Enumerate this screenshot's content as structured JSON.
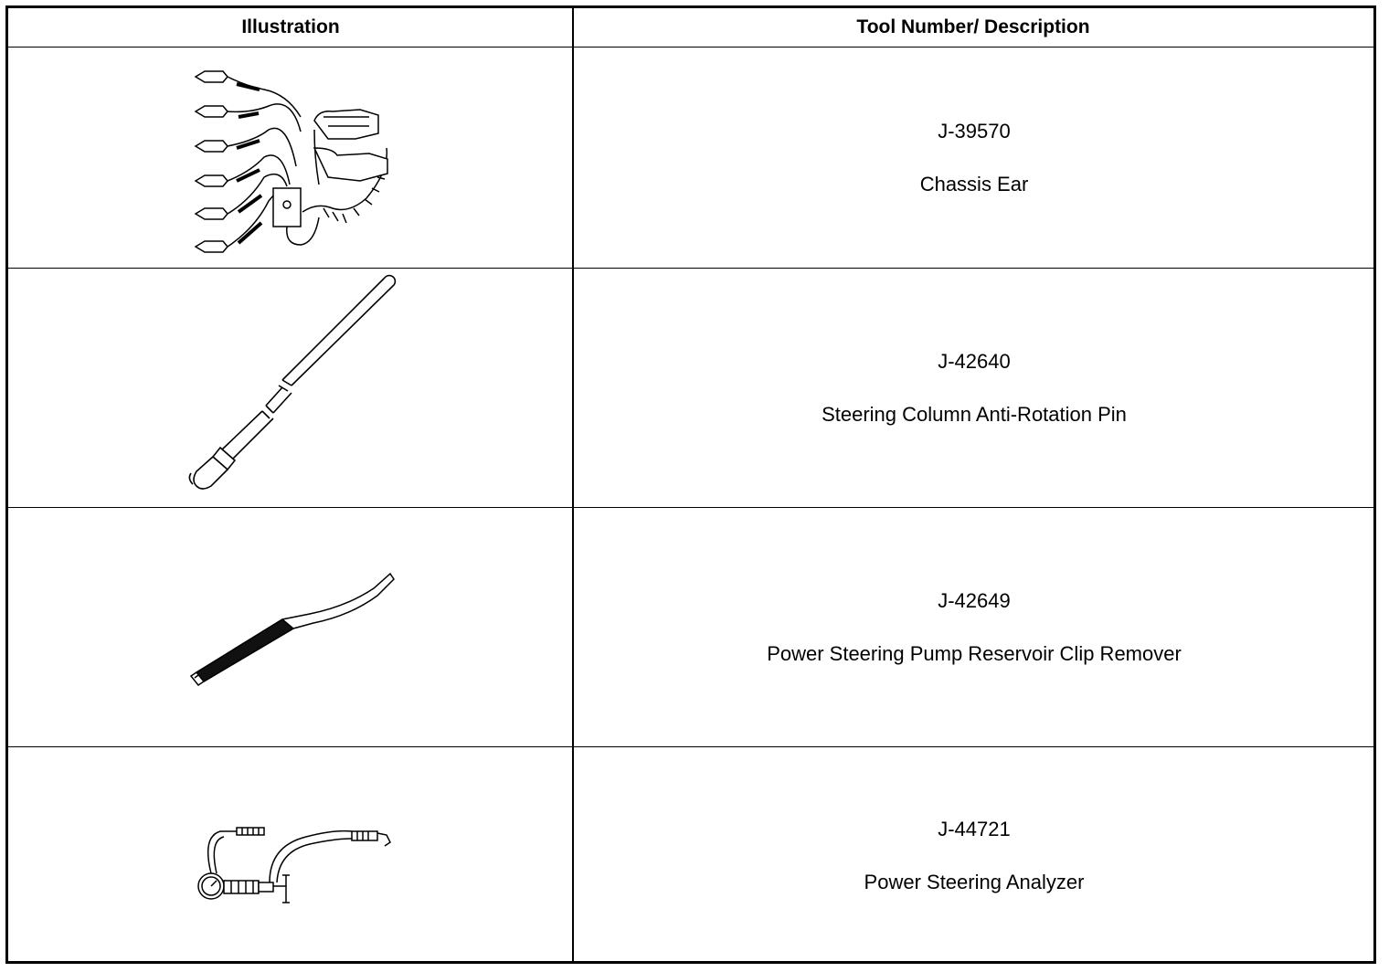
{
  "table": {
    "headers": {
      "illustration": "Illustration",
      "tool": "Tool Number/ Description"
    },
    "rows": [
      {
        "number": "J-39570",
        "description": "Chassis Ear",
        "icon": "chassis-ear-tool-icon"
      },
      {
        "number": "J-42640",
        "description": "Steering Column Anti-Rotation Pin",
        "icon": "anti-rotation-pin-icon"
      },
      {
        "number": "J-42649",
        "description": "Power Steering Pump Reservoir Clip Remover",
        "icon": "clip-remover-icon"
      },
      {
        "number": "J-44721",
        "description": "Power Steering Analyzer",
        "icon": "power-steering-analyzer-icon"
      }
    ]
  }
}
